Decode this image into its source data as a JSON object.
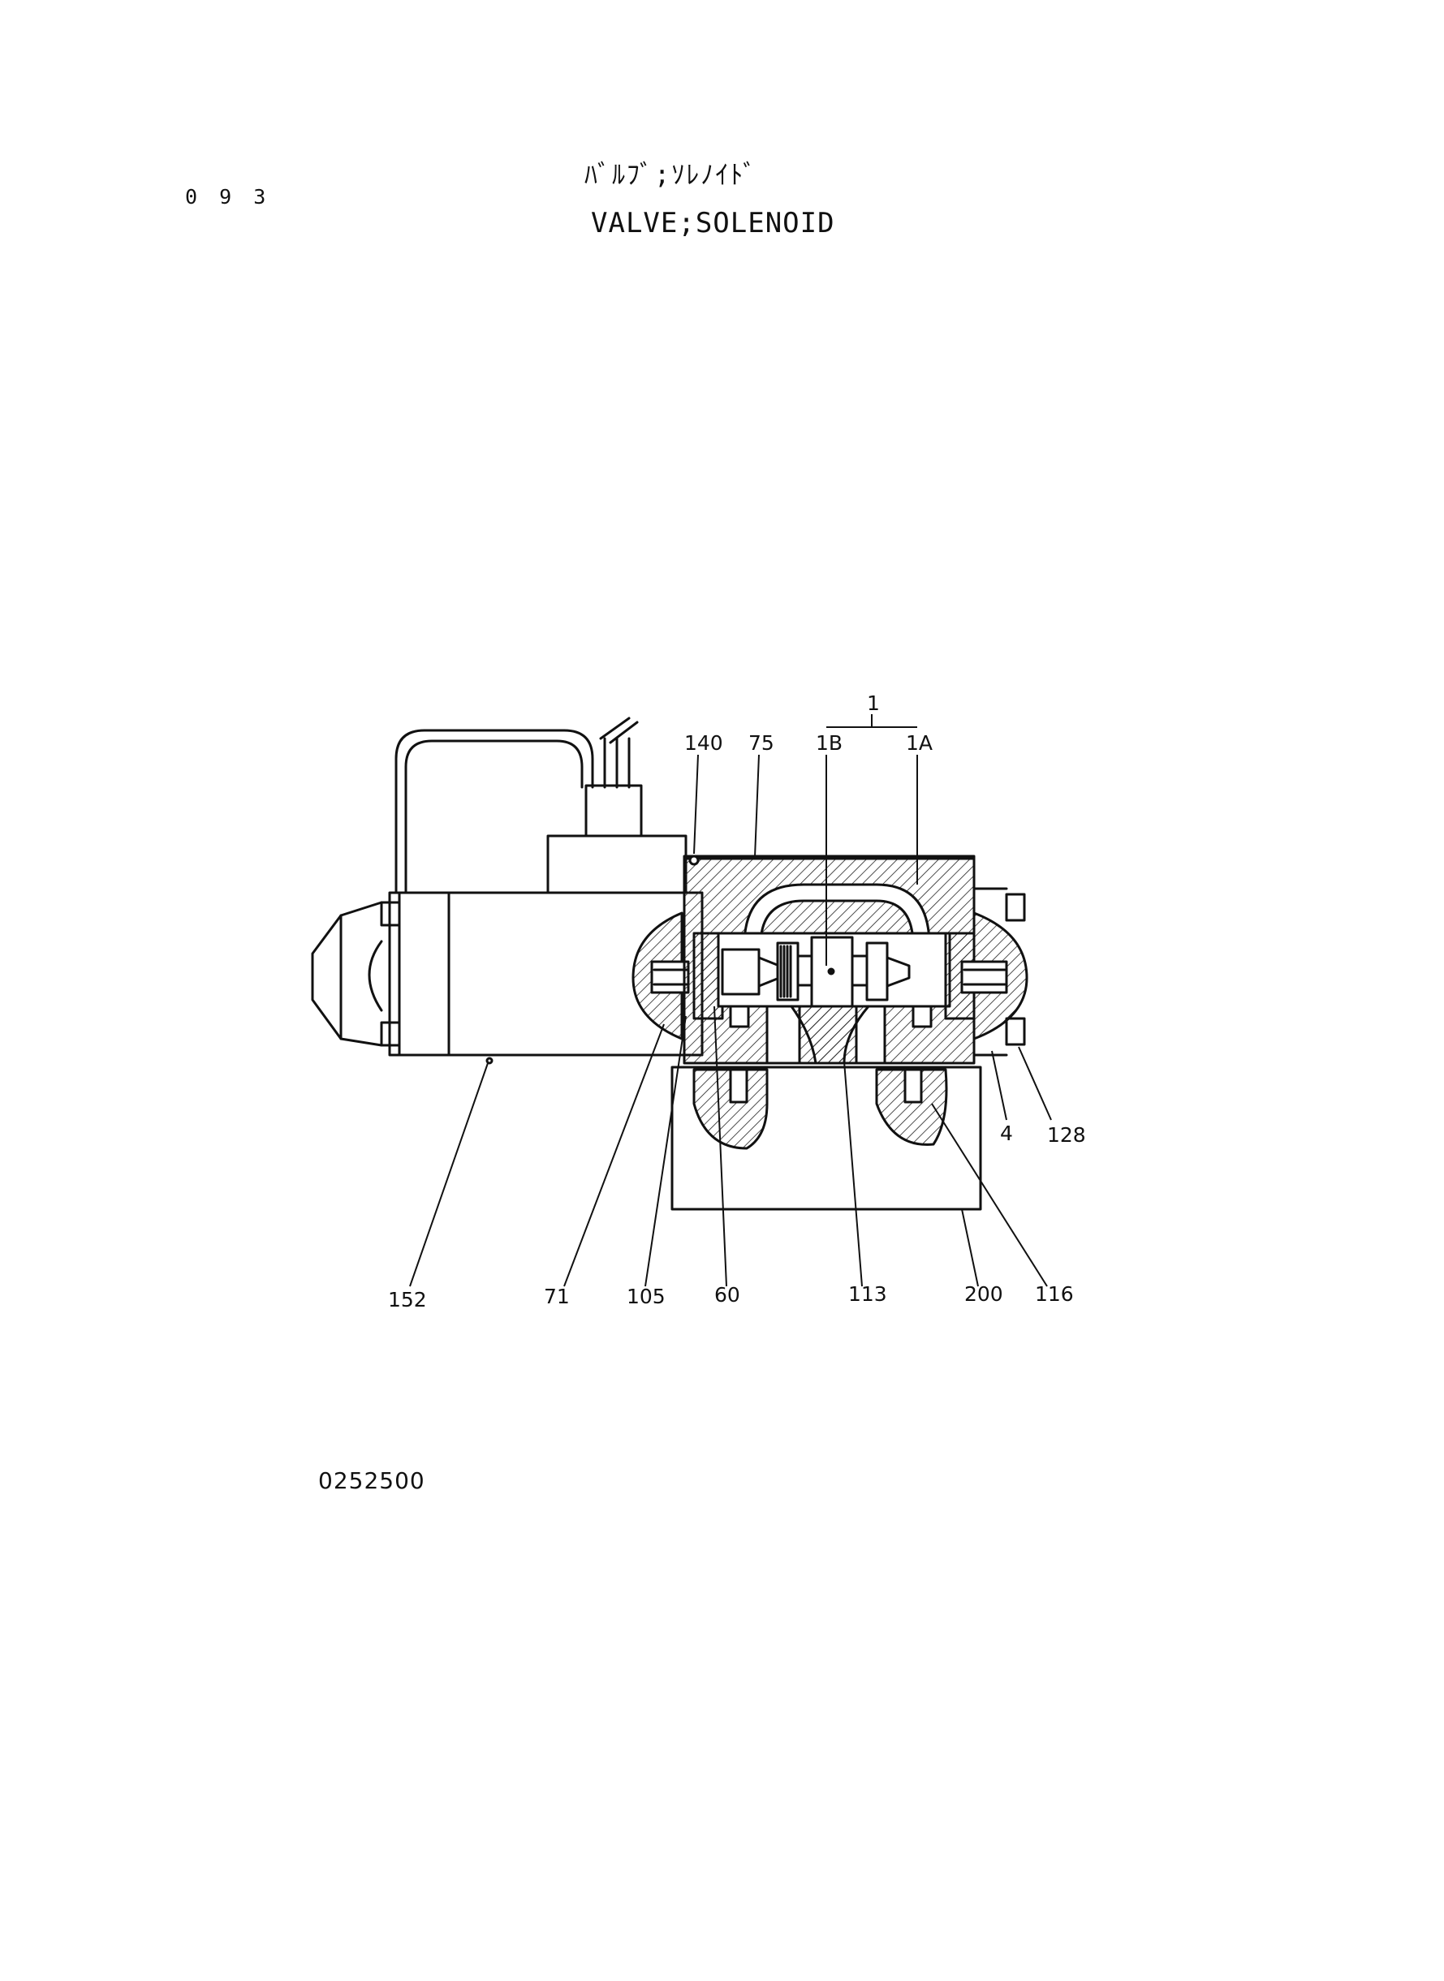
{
  "header": {
    "page_number": "0 9 3",
    "title_jp": "ﾊﾞﾙﾌﾞ;ｿﾚﾉｲﾄﾞ",
    "title_en": "VALVE;SOLENOID"
  },
  "diagram": {
    "callouts": {
      "c140": "140",
      "c75": "75",
      "c1": "1",
      "c1B": "1B",
      "c1A": "1A",
      "c4": "4",
      "c128": "128",
      "c152": "152",
      "c71": "71",
      "c105": "105",
      "c60": "60",
      "c113": "113",
      "c200": "200",
      "c116": "116"
    },
    "drawing_code": "0252500"
  }
}
